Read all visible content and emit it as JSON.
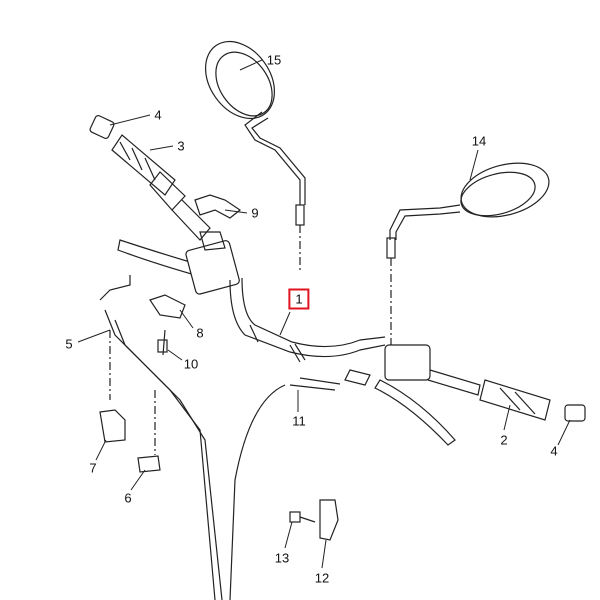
{
  "diagram": {
    "highlight_color": "#e0141e",
    "callouts": [
      {
        "id": "c15",
        "text": "15"
      },
      {
        "id": "c4a",
        "text": "4"
      },
      {
        "id": "c3",
        "text": "3"
      },
      {
        "id": "c14",
        "text": "14"
      },
      {
        "id": "c9",
        "text": "9"
      },
      {
        "id": "c1",
        "text": "1",
        "highlighted": true
      },
      {
        "id": "c5",
        "text": "5"
      },
      {
        "id": "c8",
        "text": "8"
      },
      {
        "id": "c10",
        "text": "10"
      },
      {
        "id": "c11",
        "text": "11"
      },
      {
        "id": "c7",
        "text": "7"
      },
      {
        "id": "c6",
        "text": "6"
      },
      {
        "id": "c2",
        "text": "2"
      },
      {
        "id": "c4b",
        "text": "4"
      },
      {
        "id": "c13",
        "text": "13"
      },
      {
        "id": "c12",
        "text": "12"
      }
    ]
  }
}
